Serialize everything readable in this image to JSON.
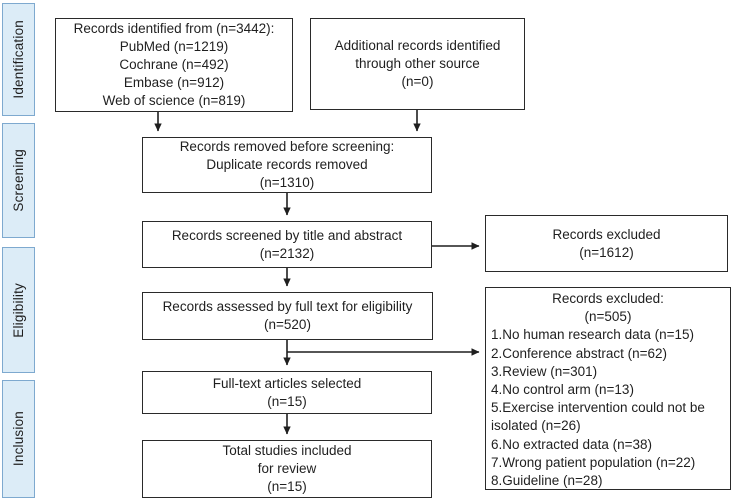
{
  "figure": {
    "kind": "prisma-flow-diagram",
    "colors": {
      "stage_fill": "#dcecf7",
      "stage_border": "#7ea9cf",
      "box_border": "#2a2a2a",
      "text": "#1f1f1f",
      "arrow": "#1f1f1f",
      "bg": "#ffffff"
    },
    "stages": [
      {
        "label": "Identification"
      },
      {
        "label": "Screening"
      },
      {
        "label": "Eligibility"
      },
      {
        "label": "Inclusion"
      }
    ],
    "boxes": {
      "identified": {
        "lines": [
          "Records identified from (n=3442):",
          "PubMed (n=1219)",
          "Cochrane (n=492)",
          "Embase (n=912)",
          "Web of science (n=819)"
        ]
      },
      "additional": {
        "lines": [
          "Additional records identified",
          "through other source",
          "(n=0)"
        ]
      },
      "removed": {
        "lines": [
          "Records removed before screening:",
          "Duplicate records removed",
          "(n=1310)"
        ]
      },
      "screened": {
        "lines": [
          "Records screened by title and abstract",
          "(n=2132)"
        ]
      },
      "excluded_screening": {
        "lines": [
          "Records excluded",
          "(n=1612)"
        ]
      },
      "assessed": {
        "lines": [
          "Records assessed by full text for eligibility",
          "(n=520)"
        ]
      },
      "excluded_fulltext": {
        "header": [
          "Records excluded:",
          "(n=505)"
        ],
        "items": [
          "1.No human research data (n=15)",
          "2.Conference abstract (n=62)",
          "3.Review  (n=301)",
          "4.No control arm (n=13)",
          "5.Exercise intervention could not be isolated (n=26)",
          "6.No extracted data (n=38)",
          "7.Wrong patient population (n=22)",
          "8.Guideline (n=28)"
        ]
      },
      "fulltext_selected": {
        "lines": [
          "Full-text articles selected",
          "(n=15)"
        ]
      },
      "total_included": {
        "lines": [
          "Total studies included",
          "for review",
          "(n=15)"
        ]
      }
    }
  }
}
